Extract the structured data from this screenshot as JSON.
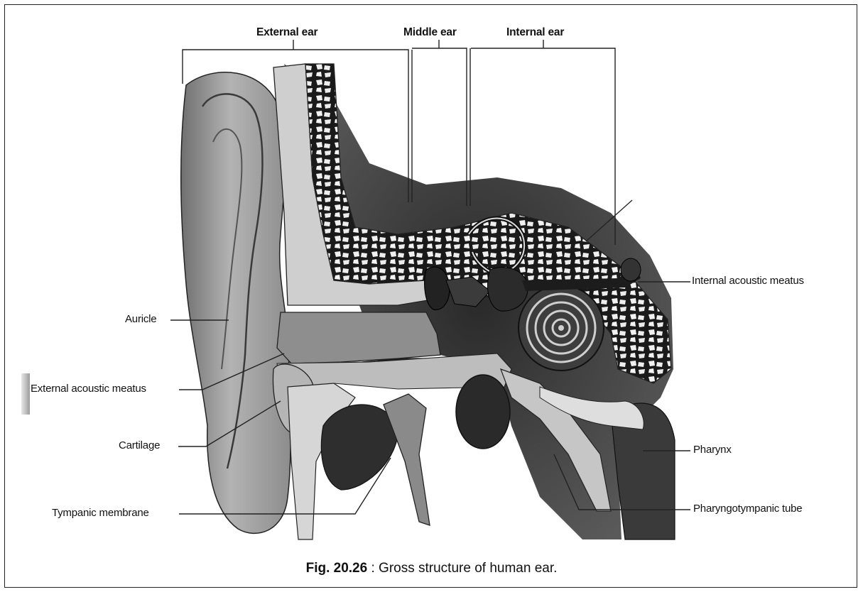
{
  "header_labels": {
    "external": "External ear",
    "middle": "Middle ear",
    "internal": "Internal ear"
  },
  "part_labels": {
    "auricle": "Auricle",
    "external_meatus": "External acoustic meatus",
    "cartilage": "Cartilage",
    "tympanic": "Tympanic membrane",
    "internal_meatus": "Internal acoustic meatus",
    "pharynx": "Pharynx",
    "eustachian": "Pharyngotympanic tube"
  },
  "caption": {
    "number": "Fig. 20.26",
    "separator": " : ",
    "text": "Gross structure of human ear."
  }
}
